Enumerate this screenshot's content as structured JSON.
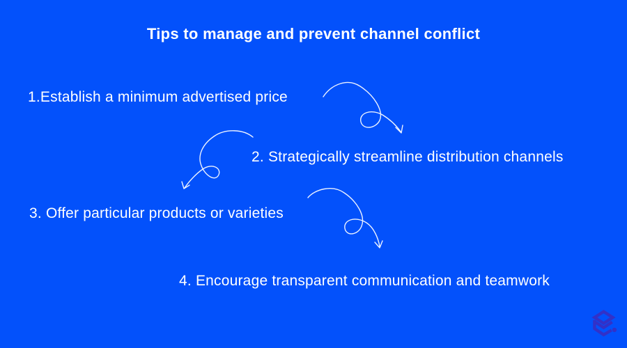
{
  "canvas": {
    "background_color": "#0351FB",
    "text_color": "#FFFFFF"
  },
  "header": {
    "title": "Tips to manage and prevent channel conflict"
  },
  "tips": [
    {
      "text": "1.Establish a minimum advertised price"
    },
    {
      "text": "2. Strategically streamline distribution channels"
    },
    {
      "text": "3. Offer particular products or varieties"
    },
    {
      "text": "4. Encourage transparent communication and teamwork"
    }
  ],
  "decorations": {
    "arrow_color": "#FFFFFF",
    "arrow_icons": [
      "curly-arrow-down-right-icon",
      "curly-arrow-down-left-icon",
      "curly-arrow-down-right-icon"
    ],
    "logo_icon": "stacked-layers-hexagon-logo-icon",
    "logo_color": "#3231C8"
  }
}
